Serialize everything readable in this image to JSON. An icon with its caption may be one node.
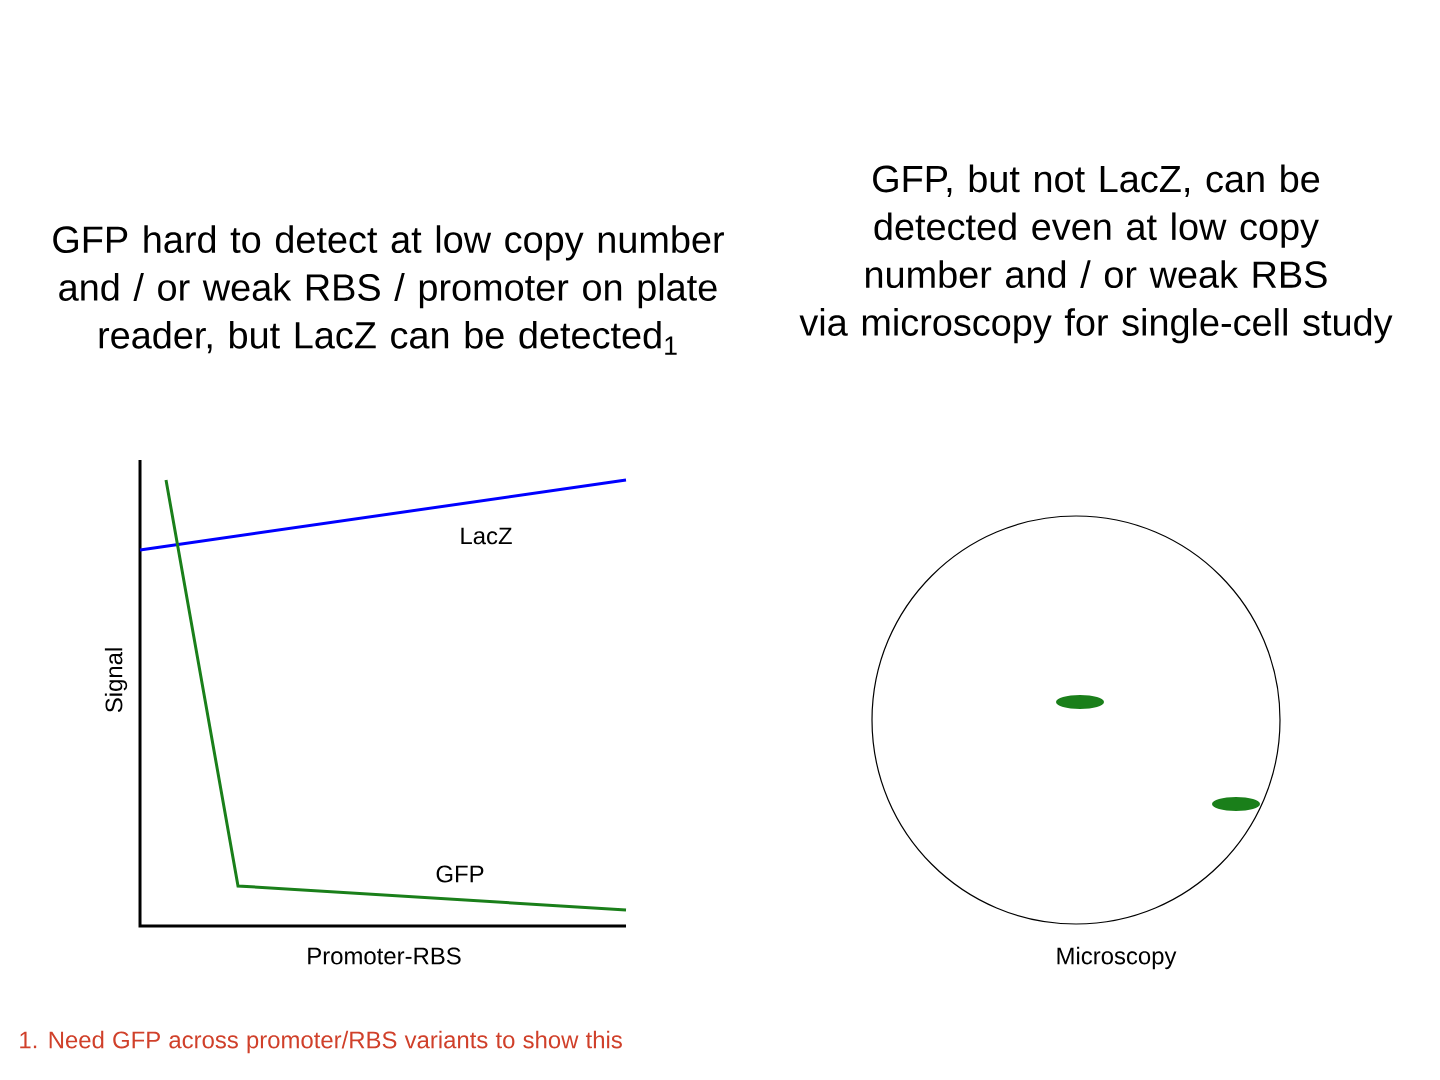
{
  "diagram": {
    "labels": [
      "GFP hard to detect at low copy number and / or weak RBS / promoter on plate reader, but LacZ can be detected$_{1}$",
      "GFP, but not LacZ, can be detected even at low copy number and / or weak RBS via microscopy for single-cell study",
      "LacZ",
      "Signal",
      "GFP",
      "Promoter-RBS",
      "Microscopy",
      "1. Need GFP across promoter/RBS variants to show this"
    ]
  }
}
